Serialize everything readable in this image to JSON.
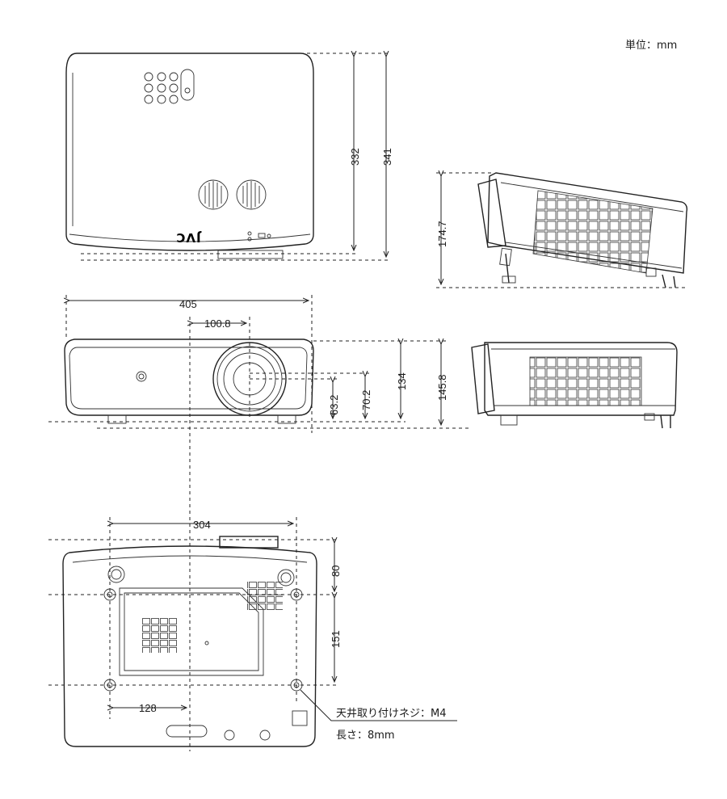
{
  "unit_label": "単位：mm",
  "logo_text": "JVC",
  "dimensions": {
    "top_depth_body": "332",
    "top_depth_total": "341",
    "side_height": "174.7",
    "front_width": "405",
    "lens_offset": "100.8",
    "lens_center_height": "63.2",
    "lens_height_2": "70.2",
    "body_height": "134",
    "total_height": "145.8",
    "mount_width": "304",
    "mount_depth_front": "80",
    "mount_depth": "151",
    "mount_offset": "128"
  },
  "notes": {
    "ceiling_screw": "天井取り付けネジ：M4",
    "screw_length": "長さ：8mm"
  }
}
